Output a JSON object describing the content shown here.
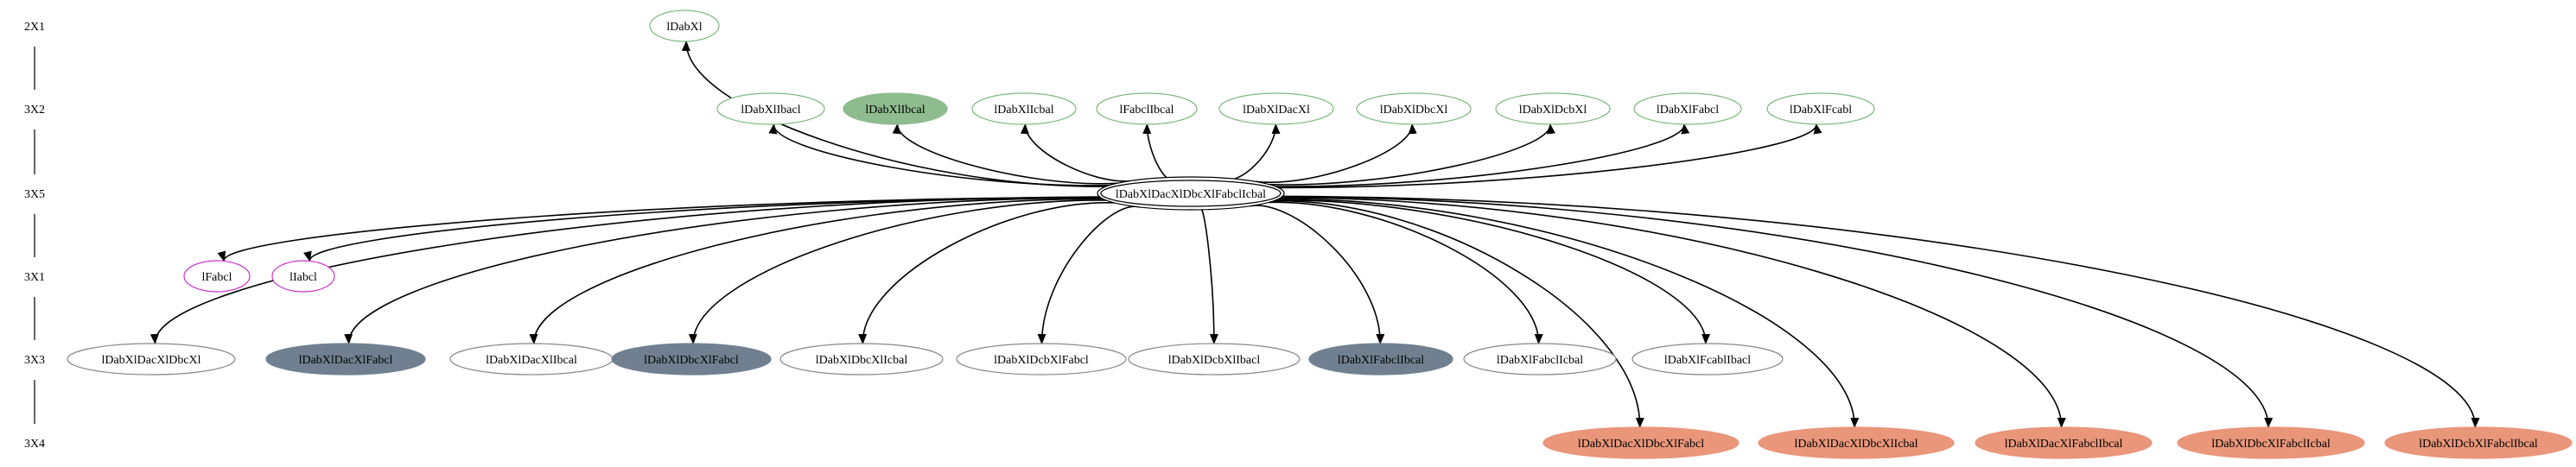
{
  "ranks": [
    {
      "id": "r0",
      "label": "2X1"
    },
    {
      "id": "r1",
      "label": "3X2"
    },
    {
      "id": "r2",
      "label": "3X5"
    },
    {
      "id": "r3",
      "label": "3X1"
    },
    {
      "id": "r4",
      "label": "3X3"
    },
    {
      "id": "r5",
      "label": "3X4"
    }
  ],
  "nodes": [
    {
      "id": "n_dabx",
      "label": "lDabXl",
      "rank": "r0",
      "style": "green-outline"
    },
    {
      "id": "n_dabx_ibacl",
      "label": "lDabXlIbacl",
      "rank": "r1",
      "style": "green-outline"
    },
    {
      "id": "n_dabx_ibcal",
      "label": "lDabXlIbcal",
      "rank": "r1",
      "style": "green-filled"
    },
    {
      "id": "n_dabx_icbal",
      "label": "lDabXlIcbal",
      "rank": "r1",
      "style": "green-outline"
    },
    {
      "id": "n_fabc_ibcal",
      "label": "lFabclIbcal",
      "rank": "r1",
      "style": "green-outline"
    },
    {
      "id": "n_dabx_dacx",
      "label": "lDabXlDacXl",
      "rank": "r1",
      "style": "green-outline"
    },
    {
      "id": "n_dabx_dbcx",
      "label": "lDabXlDbcXl",
      "rank": "r1",
      "style": "green-outline"
    },
    {
      "id": "n_dabx_dcbx",
      "label": "lDabXlDcbXl",
      "rank": "r1",
      "style": "green-outline"
    },
    {
      "id": "n_dabx_fabcl",
      "label": "lDabXlFabcl",
      "rank": "r1",
      "style": "green-outline"
    },
    {
      "id": "n_dabx_fcabl",
      "label": "lDabXlFcabl",
      "rank": "r1",
      "style": "green-outline"
    },
    {
      "id": "n_center",
      "label": "lDabXlDacXlDbcXlFabclIcbal",
      "rank": "r2",
      "style": "double"
    },
    {
      "id": "n_fabcl",
      "label": "lFabcl",
      "rank": "r3",
      "style": "magenta-outline"
    },
    {
      "id": "n_iabcl",
      "label": "lIabcl",
      "rank": "r3",
      "style": "magenta-outline"
    },
    {
      "id": "n_a1",
      "label": "lDabXlDacXlDbcXl",
      "rank": "r4",
      "style": "gray-outline"
    },
    {
      "id": "n_a2",
      "label": "lDabXlDacXlFabcl",
      "rank": "r4",
      "style": "slate-filled"
    },
    {
      "id": "n_a3",
      "label": "lDabXlDacXlIbcal",
      "rank": "r4",
      "style": "gray-outline"
    },
    {
      "id": "n_a4",
      "label": "lDabXlDbcXlFabcl",
      "rank": "r4",
      "style": "slate-filled"
    },
    {
      "id": "n_a5",
      "label": "lDabXlDbcXlIcbal",
      "rank": "r4",
      "style": "gray-outline"
    },
    {
      "id": "n_a6",
      "label": "lDabXlDcbXlFabcl",
      "rank": "r4",
      "style": "gray-outline"
    },
    {
      "id": "n_a7",
      "label": "lDabXlDcbXlIbacl",
      "rank": "r4",
      "style": "gray-outline"
    },
    {
      "id": "n_a8",
      "label": "lDabXlFabclIbcal",
      "rank": "r4",
      "style": "slate-filled"
    },
    {
      "id": "n_a9",
      "label": "lDabXlFabclIcbal",
      "rank": "r4",
      "style": "gray-outline"
    },
    {
      "id": "n_a10",
      "label": "lDabXlFcablIbacl",
      "rank": "r4",
      "style": "gray-outline"
    },
    {
      "id": "n_b1",
      "label": "lDabXlDacXlDbcXlFabcl",
      "rank": "r5",
      "style": "salmon-filled"
    },
    {
      "id": "n_b2",
      "label": "lDabXlDacXlDbcXlIcbal",
      "rank": "r5",
      "style": "salmon-filled"
    },
    {
      "id": "n_b3",
      "label": "lDabXlDacXlFabclIbcal",
      "rank": "r5",
      "style": "salmon-filled"
    },
    {
      "id": "n_b4",
      "label": "lDabXlDbcXlFabclIcbal",
      "rank": "r5",
      "style": "salmon-filled"
    },
    {
      "id": "n_b5",
      "label": "lDabXlDcbXlFabclIbcal",
      "rank": "r5",
      "style": "salmon-filled"
    }
  ],
  "edges": [
    {
      "from": "n_center",
      "to": "n_dabx"
    },
    {
      "from": "n_center",
      "to": "n_dabx_ibacl"
    },
    {
      "from": "n_center",
      "to": "n_dabx_ibcal"
    },
    {
      "from": "n_center",
      "to": "n_dabx_icbal"
    },
    {
      "from": "n_center",
      "to": "n_fabc_ibcal"
    },
    {
      "from": "n_center",
      "to": "n_dabx_dacx"
    },
    {
      "from": "n_center",
      "to": "n_dabx_dbcx"
    },
    {
      "from": "n_center",
      "to": "n_dabx_dcbx"
    },
    {
      "from": "n_center",
      "to": "n_dabx_fabcl"
    },
    {
      "from": "n_center",
      "to": "n_dabx_fcabl"
    },
    {
      "from": "n_center",
      "to": "n_fabcl"
    },
    {
      "from": "n_center",
      "to": "n_iabcl"
    },
    {
      "from": "n_center",
      "to": "n_a1"
    },
    {
      "from": "n_center",
      "to": "n_a2"
    },
    {
      "from": "n_center",
      "to": "n_a3"
    },
    {
      "from": "n_center",
      "to": "n_a4"
    },
    {
      "from": "n_center",
      "to": "n_a5"
    },
    {
      "from": "n_center",
      "to": "n_a6"
    },
    {
      "from": "n_center",
      "to": "n_a7"
    },
    {
      "from": "n_center",
      "to": "n_a8"
    },
    {
      "from": "n_center",
      "to": "n_a9"
    },
    {
      "from": "n_center",
      "to": "n_a10"
    },
    {
      "from": "n_center",
      "to": "n_b1"
    },
    {
      "from": "n_center",
      "to": "n_b2"
    },
    {
      "from": "n_center",
      "to": "n_b3"
    },
    {
      "from": "n_center",
      "to": "n_b4"
    },
    {
      "from": "n_center",
      "to": "n_b5"
    }
  ],
  "colors": {
    "green_outline": "#7fb77e",
    "green_fill": "#8fbc8f",
    "magenta": "#cc33cc",
    "slate_fill": "#708090",
    "salmon_fill": "#e9967a",
    "gray_stroke": "#888888",
    "edge": "#000000"
  }
}
